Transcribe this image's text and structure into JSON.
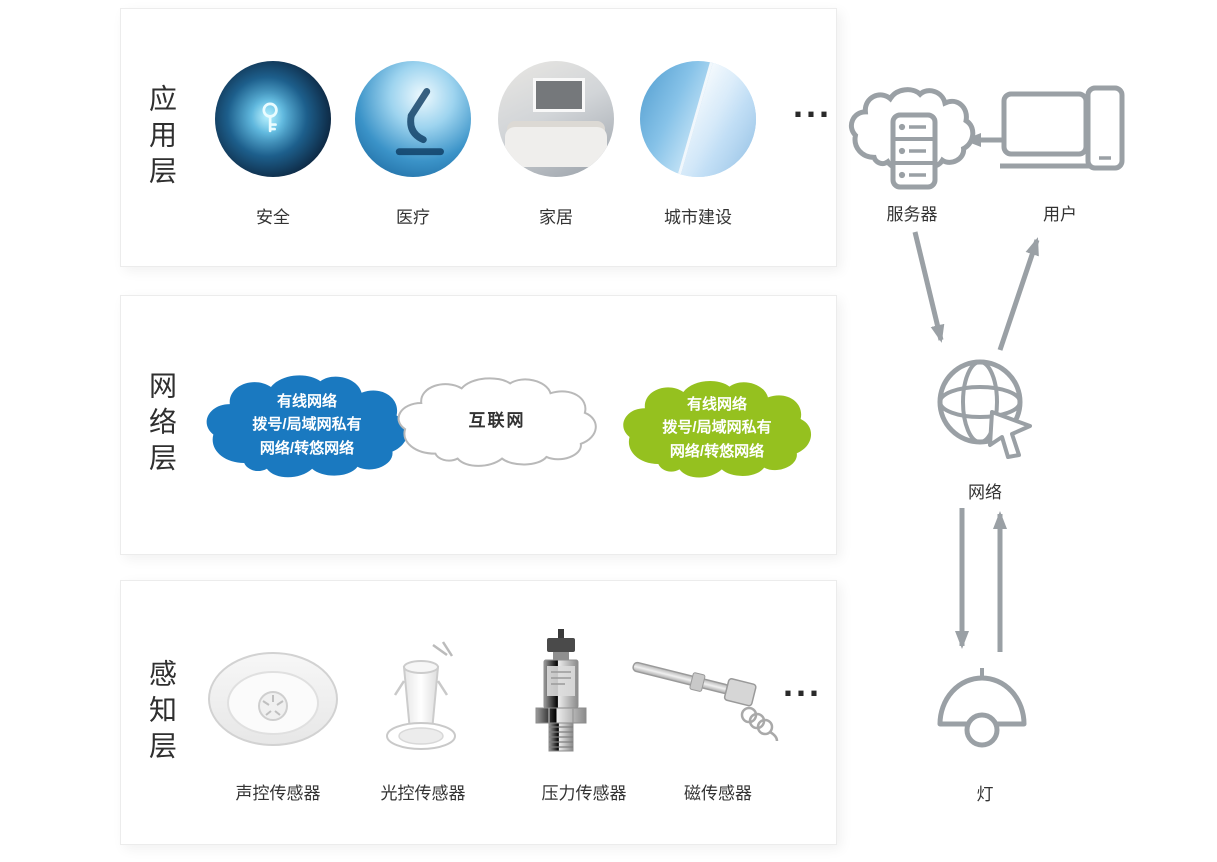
{
  "layers": {
    "application": {
      "label": "应用层",
      "ellipsis": "...",
      "items": [
        {
          "label": "安全"
        },
        {
          "label": "医疗"
        },
        {
          "label": "家居"
        },
        {
          "label": "城市建设"
        }
      ]
    },
    "network": {
      "label": "网络层",
      "left_cloud": {
        "lines": [
          "有线网络",
          "拨号/局域网私有",
          "网络/转悠网络"
        ],
        "color": "#1a79c0"
      },
      "center_cloud": {
        "label": "互联网"
      },
      "right_cloud": {
        "lines": [
          "有线网络",
          "拨号/局域网私有",
          "网络/转悠网络"
        ],
        "color": "#95c11f"
      }
    },
    "perception": {
      "label": "感知层",
      "ellipsis": "...",
      "items": [
        {
          "label": "声控传感器"
        },
        {
          "label": "光控传感器"
        },
        {
          "label": "压力传感器"
        },
        {
          "label": "磁传感器"
        }
      ]
    }
  },
  "right_flow": {
    "server_label": "服务器",
    "user_label": "用户",
    "network_label": "网络",
    "lamp_label": "灯"
  },
  "colors": {
    "blue_cloud": "#1a79c0",
    "green_cloud": "#95c11f",
    "icon_gray": "#9aa0a5"
  }
}
